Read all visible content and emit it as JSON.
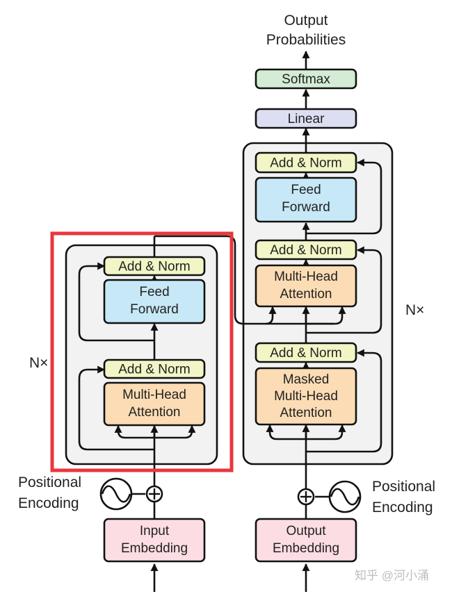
{
  "output_title": [
    "Output",
    "Probabilities"
  ],
  "decoder": {
    "softmax": "Softmax",
    "linear": "Linear",
    "add_norm_top": "Add & Norm",
    "feed_forward": [
      "Feed",
      "Forward"
    ],
    "add_norm_mid": "Add & Norm",
    "multi_head_attention": [
      "Multi-Head",
      "Attention"
    ],
    "add_norm_bottom": "Add & Norm",
    "masked_attention": [
      "Masked",
      "Multi-Head",
      "Attention"
    ],
    "repeat": "N×"
  },
  "encoder": {
    "add_norm_top": "Add & Norm",
    "feed_forward": [
      "Feed",
      "Forward"
    ],
    "add_norm_bottom": "Add & Norm",
    "multi_head_attention": [
      "Multi-Head",
      "Attention"
    ],
    "repeat": "N×"
  },
  "input_embedding": [
    "Input",
    "Embedding"
  ],
  "output_embedding": [
    "Output",
    "Embedding"
  ],
  "positional_encoding_left": [
    "Positional",
    "Encoding"
  ],
  "positional_encoding_right": [
    "Positional",
    "Encoding"
  ],
  "watermark": "知乎 @河小涌",
  "colors": {
    "add_norm": "#f2f5c5",
    "feed_forward": "#c7e8f6",
    "attention": "#fcdcb4",
    "embedding": "#fbdde3",
    "softmax": "#d4ecd5",
    "linear": "#dcdff2",
    "stack_bg": "#f2f2f2",
    "highlight": "#e8373d"
  }
}
